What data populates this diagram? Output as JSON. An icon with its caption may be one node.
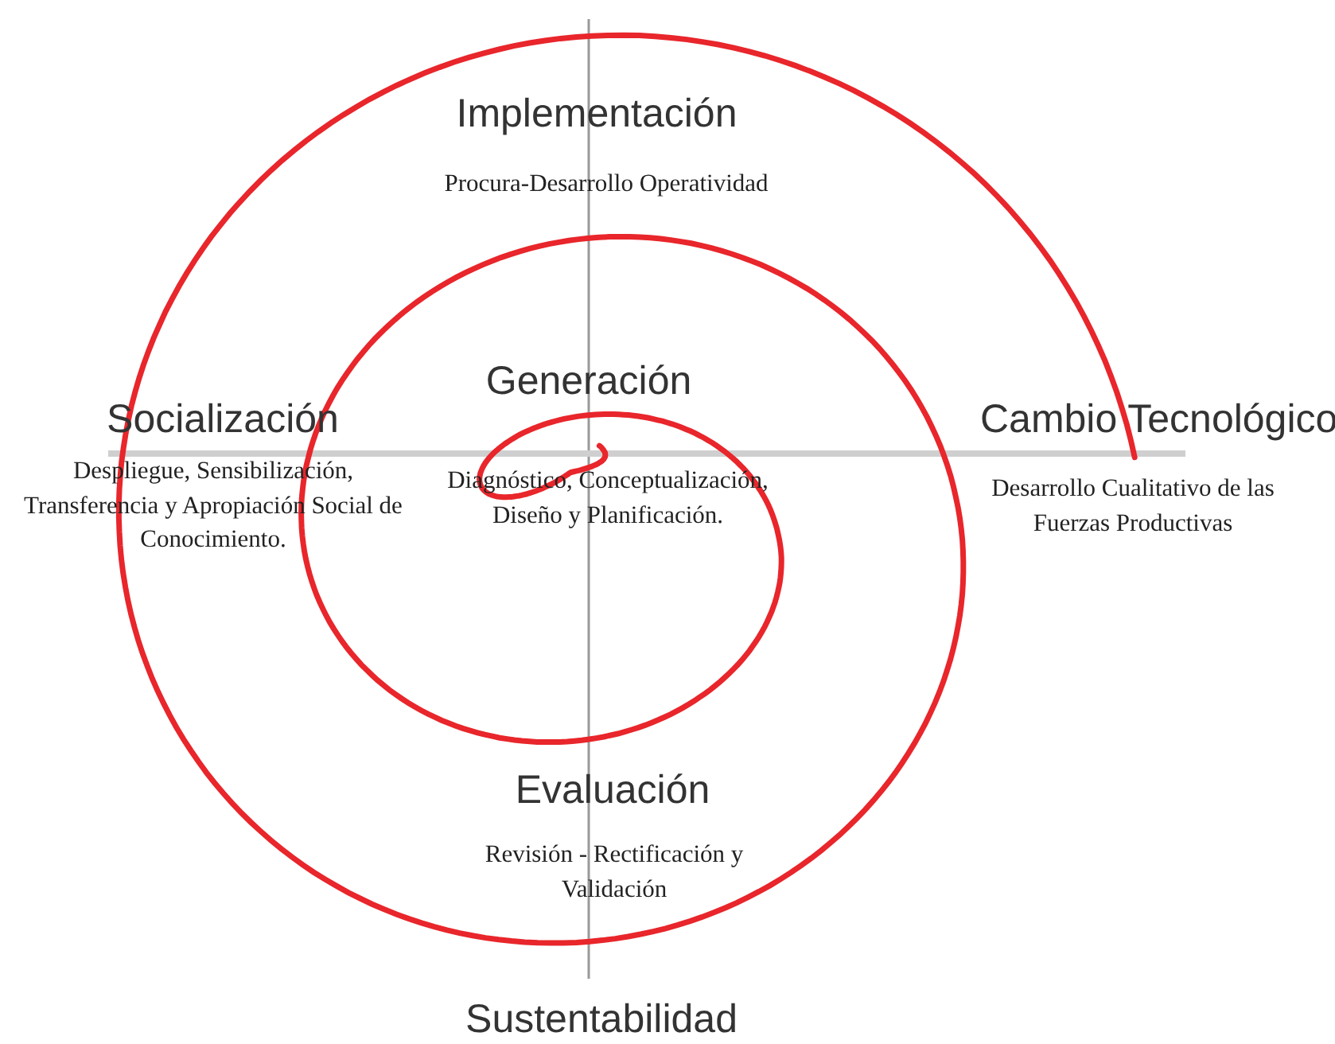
{
  "diagram": {
    "labels": [
      "Implementación",
      "Procura-Desarrollo Operatividad",
      "Generación",
      "Socialización",
      "Cambio Tecnológico",
      "Despliegue, Sensibilización, Transferencia y Apropiación Social de Conocimiento.",
      "Diagnóstico, Conceptualización, Diseño y Planificación.",
      "Desarrollo Cualitativo de las Fuerzas Productivas",
      "Evaluación",
      "Revisión - Rectificación y Validación",
      "Sustentabilidad"
    ]
  }
}
